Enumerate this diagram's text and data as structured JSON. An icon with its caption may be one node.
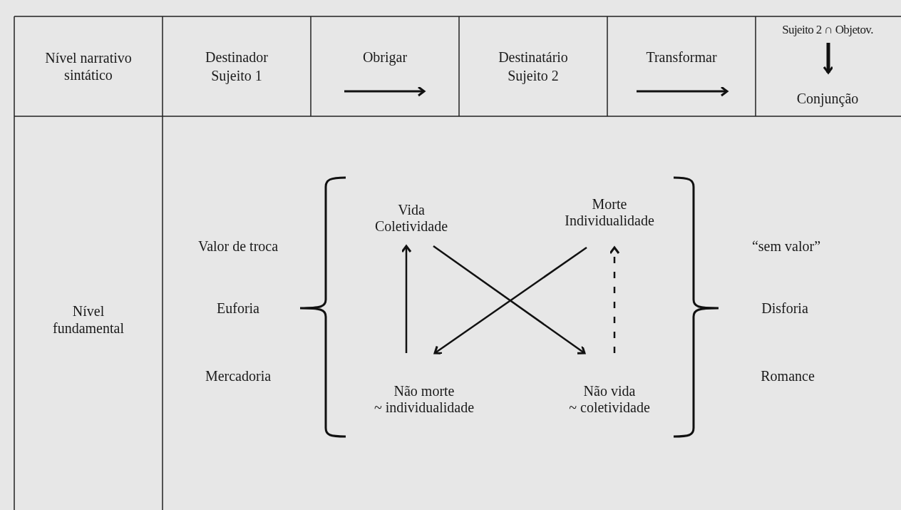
{
  "diagram": {
    "nodes": [
      {
        "text": [
          "Sujeito 2 ∩ Objetov."
        ]
      },
      {
        "text": [
          "Conjunção"
        ]
      },
      {
        "text": [
          "Vida",
          "Coletividade"
        ]
      },
      {
        "text": [
          "Morte",
          "Individualidade"
        ]
      },
      {
        "text": [
          "Não morte",
          "~ individualidade"
        ]
      },
      {
        "text": [
          "Não vida",
          "~ coletividade"
        ]
      }
    ],
    "edges": [
      {
        "from": 0,
        "to": 1,
        "arrow": "to",
        "style": "thick"
      },
      {
        "from": 4,
        "to": 2,
        "arrow": "to"
      },
      {
        "from": 2,
        "to": 5,
        "arrow": "to"
      },
      {
        "from": 3,
        "to": 4,
        "arrow": "to"
      },
      {
        "from": 5,
        "to": 3,
        "arrow": "to",
        "style": "dashed"
      }
    ],
    "labels": [
      "Nível narrativo sintático",
      "Destinador",
      "Sujeito 1",
      "Obrigar",
      "Destinatário",
      "Sujeito 2",
      "Transformar",
      "Nível fundamental",
      "Valor de troca",
      "“sem valor”",
      "Euforia",
      "Disforia",
      "Mercadoria",
      "Romance"
    ]
  }
}
